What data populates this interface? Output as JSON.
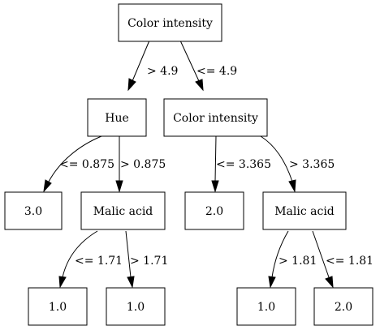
{
  "tree": {
    "nodes": {
      "root": "Color intensity",
      "hue": "Hue",
      "color_right": "Color intensity",
      "leaf_3_0": "3.0",
      "malic_left": "Malic acid",
      "leaf_2_0_mid": "2.0",
      "malic_right": "Malic acid",
      "leaf_1_0_a": "1.0",
      "leaf_1_0_b": "1.0",
      "leaf_1_0_c": "1.0",
      "leaf_2_0_d": "2.0"
    },
    "edges": {
      "root_hue": "> 4.9",
      "root_color": "<= 4.9",
      "hue_leaf3": "<= 0.875",
      "hue_malic": "> 0.875",
      "color_leaf2": "<= 3.365",
      "color_malic": "> 3.365",
      "malicL_leafA": "<= 1.71",
      "malicL_leafB": "> 1.71",
      "malicR_leafC": "> 1.81",
      "malicR_leafD": "<= 1.81"
    }
  }
}
